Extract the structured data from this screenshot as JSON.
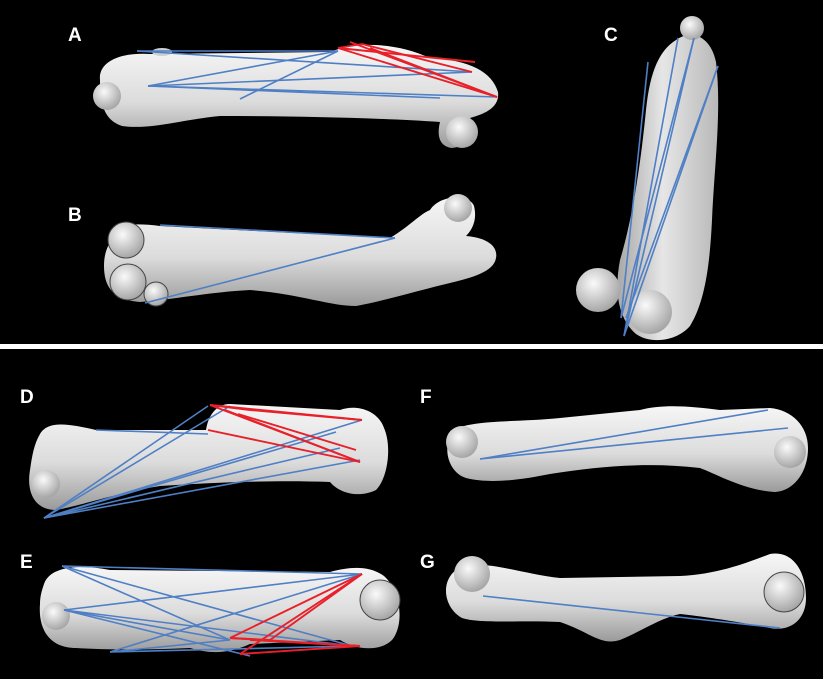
{
  "figure": {
    "panel_labels": {
      "a": "A",
      "b": "B",
      "c": "C",
      "d": "D",
      "e": "E",
      "f": "F",
      "g": "G"
    },
    "colors": {
      "background": "#000000",
      "bone": "#e4e4e4",
      "bone_shade": "#9c9c9c",
      "line_blue": "#4f7fc4",
      "line_red": "#e8202a",
      "label": "#ffffff",
      "divider": "#ffffff"
    }
  }
}
